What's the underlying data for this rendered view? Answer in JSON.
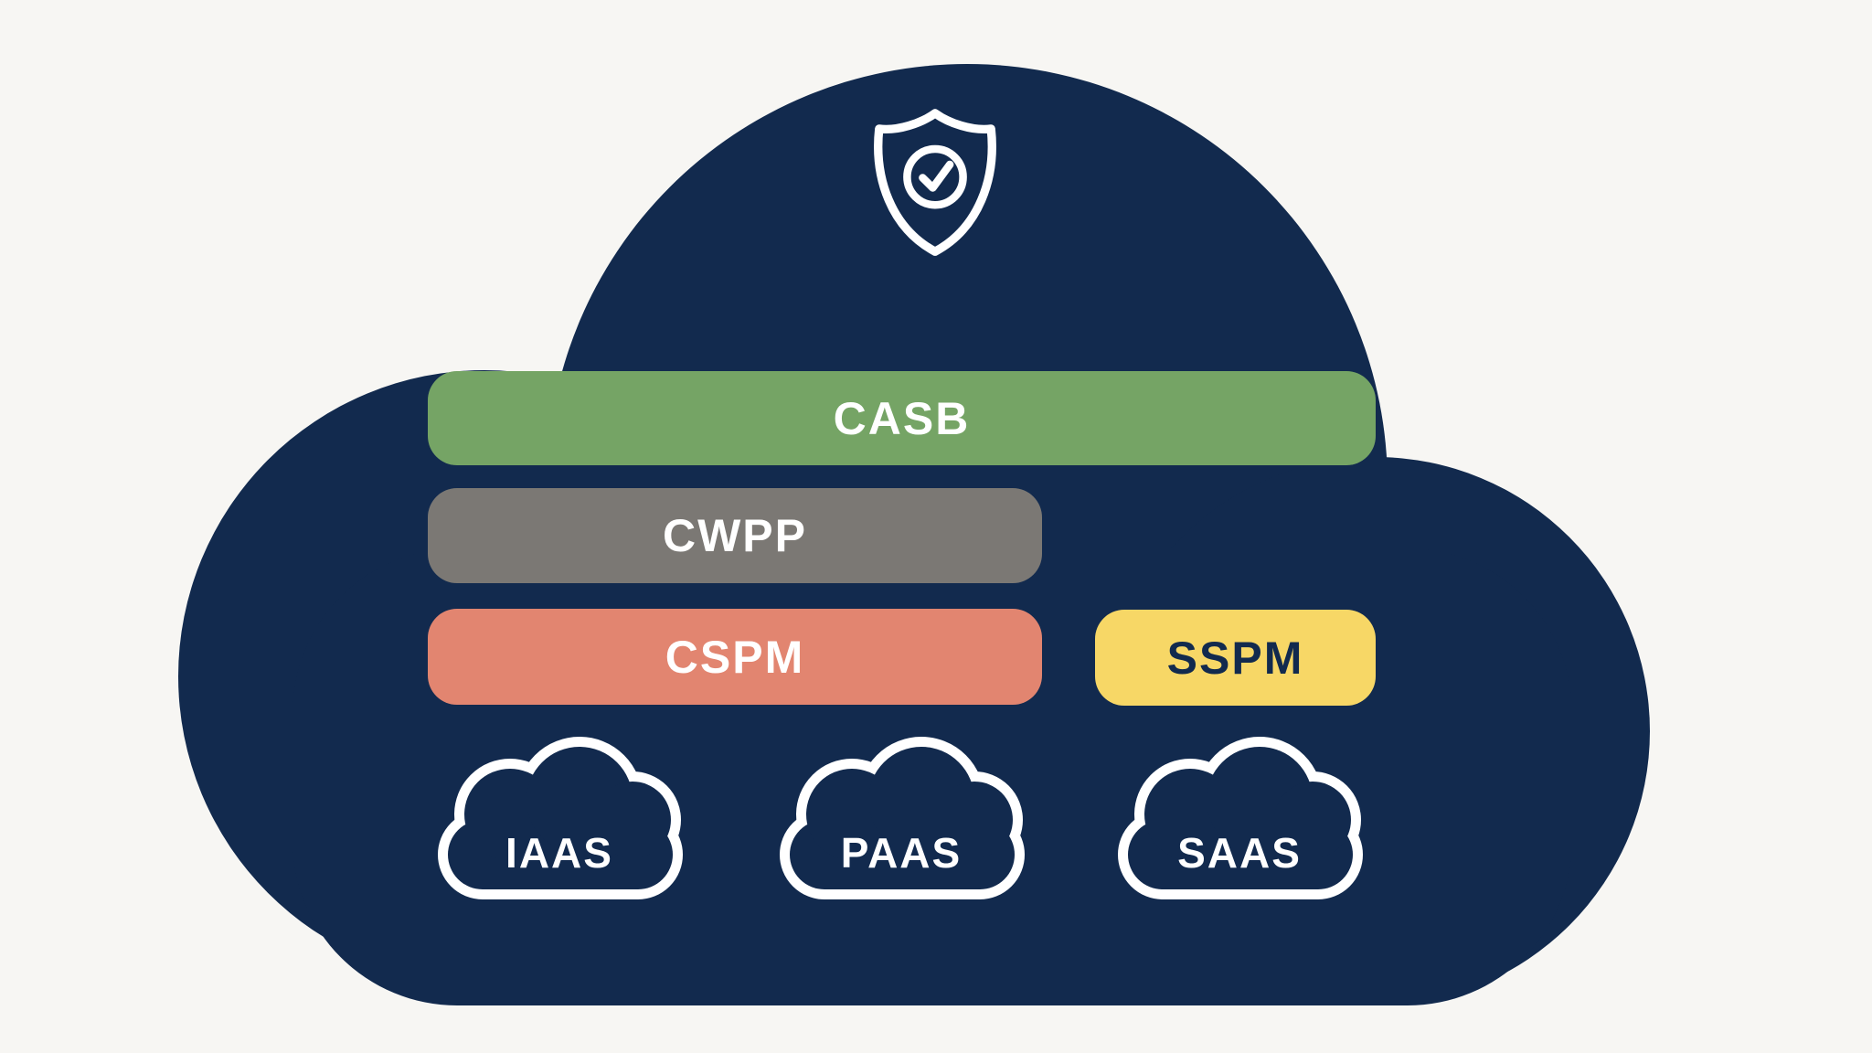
{
  "diagram": {
    "background_color": "#f7f6f3",
    "cloud_color": "#122a4e",
    "outline_color": "#ffffff",
    "shield_icon": "shield-check-icon",
    "service_cloud_icon": "cloud-icon",
    "bars": [
      {
        "label": "CASB",
        "color": "#75a465",
        "text_color": "#ffffff"
      },
      {
        "label": "CWPP",
        "color": "#7b7874",
        "text_color": "#ffffff"
      },
      {
        "label": "CSPM",
        "color": "#e28570",
        "text_color": "#ffffff"
      },
      {
        "label": "SSPM",
        "color": "#f7d766",
        "text_color": "#122a4e"
      }
    ],
    "service_clouds": [
      {
        "label": "IAAS"
      },
      {
        "label": "PAAS"
      },
      {
        "label": "SAAS"
      }
    ]
  }
}
